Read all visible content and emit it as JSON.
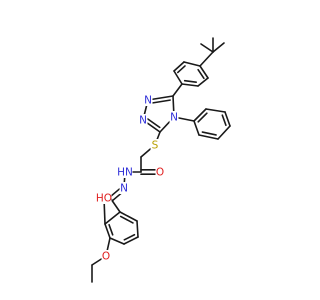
{
  "colors": {
    "bond": "#1a1a1a",
    "nitrogen": "#3030d8",
    "oxygen": "#e02020",
    "sulfur": "#b8a000",
    "background": "#ffffff"
  },
  "atom_labels": {
    "n_triazole_1": "N",
    "n_triazole_2": "N",
    "n_triazole_4": "N",
    "s_thioether": "S",
    "o_carbonyl": "O",
    "nh_hydrazide": "HN",
    "n_imine": "N",
    "oh_hydroxyl": "HO",
    "o_ether": "O"
  }
}
